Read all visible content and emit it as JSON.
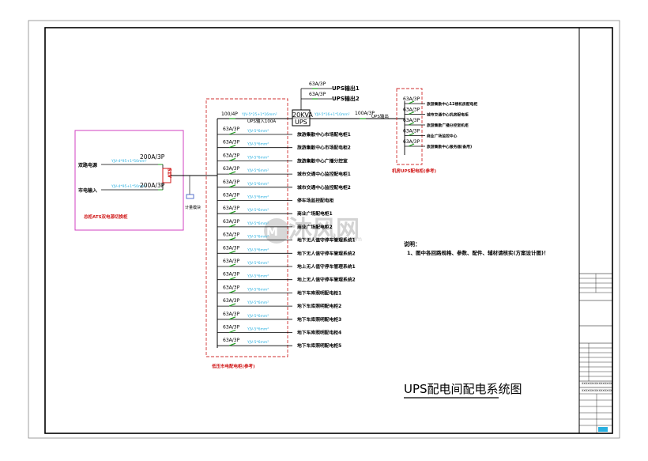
{
  "drawing": {
    "title": "UPS配电间配电系统图",
    "note_title": "说明：",
    "note_line": "1、图中各回路规格、参数、配件、辅材请核实(方案设计图)！",
    "watermark": {
      "text": "沐风网",
      "sub": "www.mfcad.com"
    },
    "colors": {
      "frame": "#000000",
      "incoming_box": "#d040c0",
      "dashed_box": "#d03030",
      "cable": "#2ab0e0",
      "breaker": "#1c9c1c",
      "ats": "#d01818"
    }
  },
  "incoming": {
    "line1_label": "双路电源",
    "line2_label": "市电输入",
    "breaker1": "200A/3P",
    "breaker2": "200A/3P",
    "cable1": "YJV-4*95+1*50mm²",
    "cable2": "YJV-4*95+1*50mm²",
    "ats_label": "ATS",
    "box_caption": "总柜ATS双电源切换柜",
    "meter_label": "计量模块"
  },
  "main_panel": {
    "main_breaker": "100/4P",
    "main_cable": "YJV-5*25+1*16mm²",
    "main_label": "UPS输入100A",
    "caption": "低压市电配电柜(参考)",
    "feeders": [
      {
        "breaker": "63A/3P",
        "cable": "YJV-5*6mm²",
        "label": "旅游集散中心市场配电柜1"
      },
      {
        "breaker": "63A/3P",
        "cable": "YJV-5*6mm²",
        "label": "旅游集散中心市场配电柜2"
      },
      {
        "breaker": "63A/3P",
        "cable": "YJV-5*6mm²",
        "label": "旅游集散中心广播分控室"
      },
      {
        "breaker": "63A/3P",
        "cable": "YJV-5*6mm²",
        "label": "城市交通中心监控配电柜1"
      },
      {
        "breaker": "63A/3P",
        "cable": "YJV-5*6mm²",
        "label": "城市交通中心监控配电柜2"
      },
      {
        "breaker": "63A/3P",
        "cable": "YJV-5*6mm²",
        "label": "停车场监控配电柜"
      },
      {
        "breaker": "63A/3P",
        "cable": "YJV-5*6mm²",
        "label": "商业广场配电柜1"
      },
      {
        "breaker": "63A/3P",
        "cable": "YJV-5*6mm²",
        "label": "商业广场配电柜2"
      },
      {
        "breaker": "63A/3P",
        "cable": "YJV-5*6mm²",
        "label": "地下无人值守停车管理系统1"
      },
      {
        "breaker": "63A/3P",
        "cable": "YJV-5*6mm²",
        "label": "地下无人值守停车管理系统2"
      },
      {
        "breaker": "63A/3P",
        "cable": "YJV-5*6mm²",
        "label": "地上无人值守停车管理系统1"
      },
      {
        "breaker": "63A/3P",
        "cable": "YJV-5*6mm²",
        "label": "地上无人值守停车管理系统2"
      },
      {
        "breaker": "63A/3P",
        "cable": "YJV-5*6mm²",
        "label": "地下车库照明配电柜1"
      },
      {
        "breaker": "63A/3P",
        "cable": "YJV-5*6mm²",
        "label": "地下车库照明配电柜2"
      },
      {
        "breaker": "63A/3P",
        "cable": "YJV-5*6mm²",
        "label": "地下车库照明配电柜3"
      },
      {
        "breaker": "63A/3P",
        "cable": "YJV-5*6mm²",
        "label": "地下车库照明配电柜4"
      },
      {
        "breaker": "63A/3P",
        "cable": "YJV-5*6mm²",
        "label": "地下车库照明配电柜5"
      }
    ]
  },
  "ups": {
    "label_top": "20KVA",
    "label_bottom": "UPS",
    "bypass": [
      {
        "breaker": "63A/3P",
        "label": "UPS输出1"
      },
      {
        "breaker": "63A/3P",
        "label": "UPS输出2"
      }
    ],
    "out_breaker": "100A/3P",
    "out_cable": "YJV-5*16+1*10mm²",
    "out_label": "UPS输出"
  },
  "ups_panel": {
    "caption": "机房UPS配电柜(参考)",
    "branches": [
      {
        "breaker": "63A/3P",
        "label": "旅游集散中心12楼机房配电柜"
      },
      {
        "breaker": "63A/3P",
        "label": "城市交通中心机房配电柜"
      },
      {
        "breaker": "63A/3P",
        "label": "旅游集散广播分控室机柜"
      },
      {
        "breaker": "63A/3P",
        "label": "商业广场监控中心"
      },
      {
        "breaker": "63A/3P",
        "label": "旅游集散中心服务器(备用)"
      }
    ]
  },
  "title_block": {
    "company": "XXXXXXXXXXXXXXXX",
    "project": "XXXXXXXXXXXXXXXX"
  }
}
